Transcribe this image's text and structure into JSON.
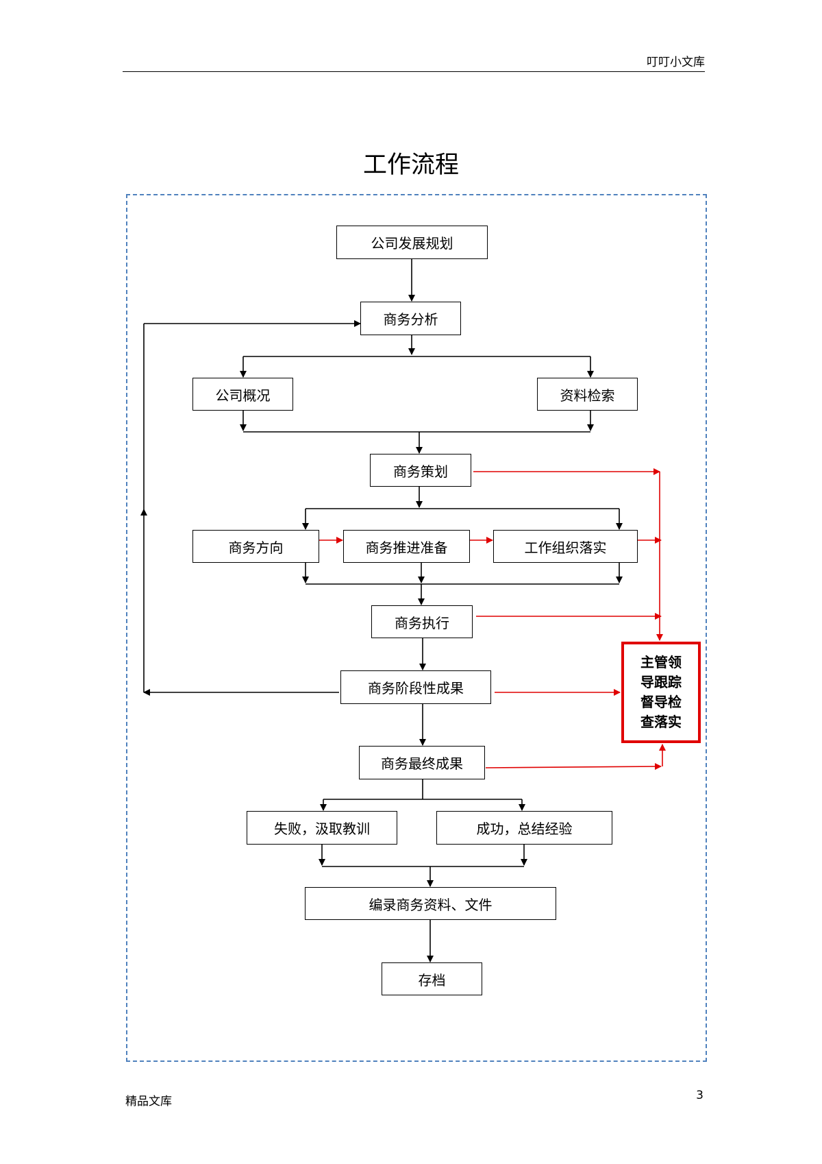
{
  "header": {
    "brand": "叮叮小文库"
  },
  "title": "工作流程",
  "flow": {
    "plan": "公司发展规划",
    "analysis": "商务分析",
    "overview": "公司概况",
    "search": "资料检索",
    "planning": "商务策划",
    "direction": "商务方向",
    "prep": "商务推进准备",
    "implement": "工作组织落实",
    "execute": "商务执行",
    "stage_result": "商务阶段性成果",
    "final_result": "商务最终成果",
    "fail": "失败，汲取教训",
    "success": "成功，总结经验",
    "compile": "编录商务资料、文件",
    "archive": "存档"
  },
  "supervision": {
    "lines": [
      "主管领",
      "导跟踪",
      "督导检",
      "查落实"
    ]
  },
  "footer": {
    "brand": "精品文库",
    "page": "3"
  },
  "colors": {
    "frame": "#4f81bd",
    "supervision": "#e00000",
    "arrow_black": "#000000",
    "arrow_red": "#e00000"
  }
}
